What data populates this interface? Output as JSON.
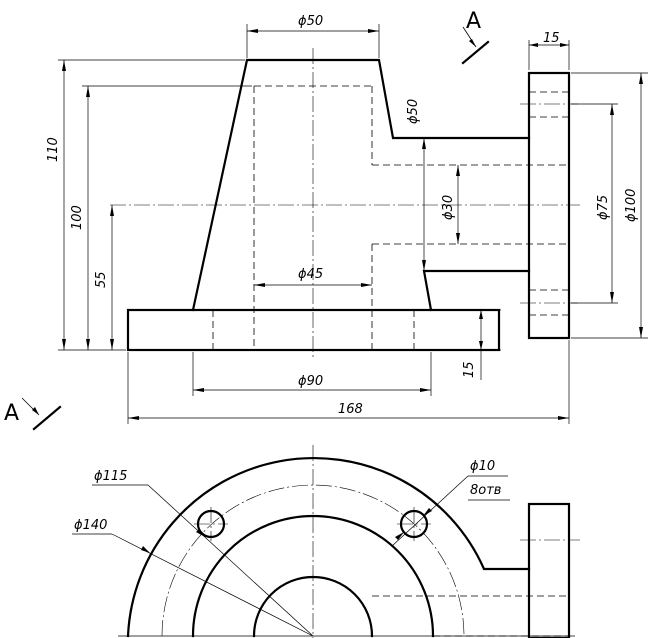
{
  "section_mark": "A",
  "dimensions": {
    "top_diameter": "ϕ50",
    "flange_thickness": "15",
    "neck_diameter": "ϕ50",
    "bore_diameter": "ϕ30",
    "bolt_circle_right": "ϕ75",
    "flange_diameter_right": "ϕ100",
    "total_height": "110",
    "inner_height": "100",
    "axis_height": "55",
    "inner_diameter": "ϕ45",
    "base_thickness": "15",
    "base_diameter": "ϕ90",
    "total_length": "168",
    "bolt_circle": "ϕ115",
    "outer_diameter": "ϕ140",
    "hole_diameter": "ϕ10",
    "hole_count": "8отв"
  }
}
